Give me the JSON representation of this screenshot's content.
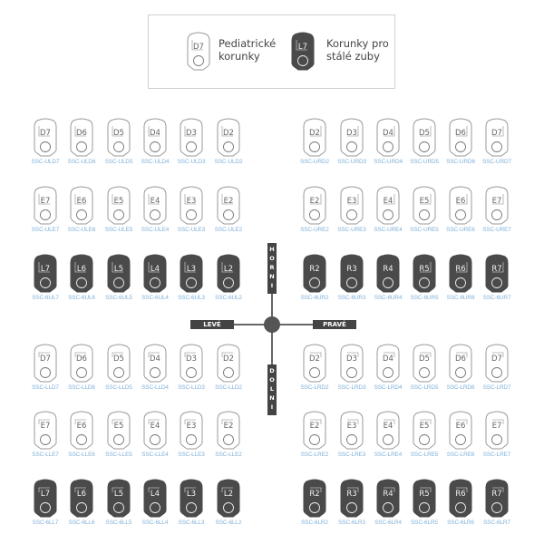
{
  "legend": {
    "pediatric": {
      "tooth_label": "D7",
      "text_line1": "Pediatrické",
      "text_line2": "korunky"
    },
    "permanent": {
      "tooth_label": "L7",
      "text_line1": "Korunky pro",
      "text_line2": "stálé zuby"
    }
  },
  "axis": {
    "top": "HORNI",
    "bottom": "DOLNI",
    "left": "LEVÉ",
    "right": "PRAVÉ"
  },
  "colors": {
    "outline": "#9a9a9a",
    "dark": "#4a4a4a",
    "code": "#7fb0d8"
  },
  "quadrants": [
    {
      "name": "upper-left",
      "side": "left",
      "rows": [
        {
          "style": "light",
          "teeth": [
            [
              "D7",
              "SSC-ULD7"
            ],
            [
              "D6",
              "SSC-ULD6"
            ],
            [
              "D5",
              "SSC-ULD5"
            ],
            [
              "D4",
              "SSC-ULD4"
            ],
            [
              "D3",
              "SSC-ULD3"
            ],
            [
              "D2",
              "SSC-ULD2"
            ]
          ]
        },
        {
          "style": "light",
          "teeth": [
            [
              "E7",
              "SSC-ULE7"
            ],
            [
              "E6",
              "SSC-ULE6"
            ],
            [
              "E5",
              "SSC-ULE5"
            ],
            [
              "E4",
              "SSC-ULE4"
            ],
            [
              "E3",
              "SSC-ULE3"
            ],
            [
              "E2",
              "SSC-ULE2"
            ]
          ]
        },
        {
          "style": "dark",
          "teeth": [
            [
              "L7",
              "SSC-6UL7"
            ],
            [
              "L6",
              "SSC-6UL6"
            ],
            [
              "L5",
              "SSC-6UL5"
            ],
            [
              "L4",
              "SSC-6UL4"
            ],
            [
              "L3",
              "SSC-6UL3"
            ],
            [
              "L2",
              "SSC-6UL2"
            ]
          ]
        }
      ]
    },
    {
      "name": "upper-right",
      "side": "right",
      "rows": [
        {
          "style": "light",
          "teeth": [
            [
              "D2",
              "SSC-URD2"
            ],
            [
              "D3",
              "SSC-URD3"
            ],
            [
              "D4",
              "SSC-URD4"
            ],
            [
              "D5",
              "SSC-URD5"
            ],
            [
              "D6",
              "SSC-URD6"
            ],
            [
              "D7",
              "SSC-URD7"
            ]
          ]
        },
        {
          "style": "light",
          "teeth": [
            [
              "E2",
              "SSC-URE2"
            ],
            [
              "E3",
              "SSC-URE3"
            ],
            [
              "E4",
              "SSC-URE4"
            ],
            [
              "E5",
              "SSC-URE5"
            ],
            [
              "E6",
              "SSC-URE6"
            ],
            [
              "E7",
              "SSC-URE7"
            ]
          ]
        },
        {
          "style": "dark",
          "teeth": [
            [
              "R2",
              "SSC-6UR2"
            ],
            [
              "R3",
              "SSC-6UR3"
            ],
            [
              "R4",
              "SSC-6UR4"
            ],
            [
              "R5",
              "SSC-6UR5"
            ],
            [
              "R6",
              "SSC-6UR6"
            ],
            [
              "R7",
              "SSC-6UR7"
            ]
          ]
        }
      ]
    },
    {
      "name": "lower-left",
      "side": "left",
      "rows": [
        {
          "style": "light",
          "teeth": [
            [
              "D7",
              "SSC-LLD7"
            ],
            [
              "D6",
              "SSC-LLD6"
            ],
            [
              "D5",
              "SSC-LLD5"
            ],
            [
              "D4",
              "SSC-LLD4"
            ],
            [
              "D3",
              "SSC-LLD3"
            ],
            [
              "D2",
              "SSC-LLD2"
            ]
          ]
        },
        {
          "style": "light",
          "teeth": [
            [
              "E7",
              "SSC-LLE7"
            ],
            [
              "E6",
              "SSC-LLE6"
            ],
            [
              "E5",
              "SSC-LLE5"
            ],
            [
              "E4",
              "SSC-LLE4"
            ],
            [
              "E3",
              "SSC-LLE3"
            ],
            [
              "E2",
              "SSC-LLE2"
            ]
          ]
        },
        {
          "style": "dark",
          "teeth": [
            [
              "L7",
              "SSC-6LL7"
            ],
            [
              "L6",
              "SSC-6LL6"
            ],
            [
              "L5",
              "SSC-6LL5"
            ],
            [
              "L4",
              "SSC-6LL4"
            ],
            [
              "L3",
              "SSC-6LL3"
            ],
            [
              "L2",
              "SSC-6LL2"
            ]
          ]
        }
      ]
    },
    {
      "name": "lower-right",
      "side": "right",
      "rows": [
        {
          "style": "light",
          "teeth": [
            [
              "D2",
              "SSC-LRD2"
            ],
            [
              "D3",
              "SSC-LRD3"
            ],
            [
              "D4",
              "SSC-LRD4"
            ],
            [
              "D5",
              "SSC-LRD5"
            ],
            [
              "D6",
              "SSC-LRD6"
            ],
            [
              "D7",
              "SSC-LRD7"
            ]
          ]
        },
        {
          "style": "light",
          "teeth": [
            [
              "E2",
              "SSC-LRE2"
            ],
            [
              "E3",
              "SSC-LRE3"
            ],
            [
              "E4",
              "SSC-LRE4"
            ],
            [
              "E5",
              "SSC-LRE5"
            ],
            [
              "E6",
              "SSC-LRE6"
            ],
            [
              "E7",
              "SSC-LRE7"
            ]
          ]
        },
        {
          "style": "dark",
          "teeth": [
            [
              "R2",
              "SSC-6LR2"
            ],
            [
              "R3",
              "SSC-6LR3"
            ],
            [
              "R4",
              "SSC-6LR4"
            ],
            [
              "R5",
              "SSC-6LR5"
            ],
            [
              "R6",
              "SSC-6LR6"
            ],
            [
              "R7",
              "SSC-6LR7"
            ]
          ]
        }
      ]
    }
  ]
}
